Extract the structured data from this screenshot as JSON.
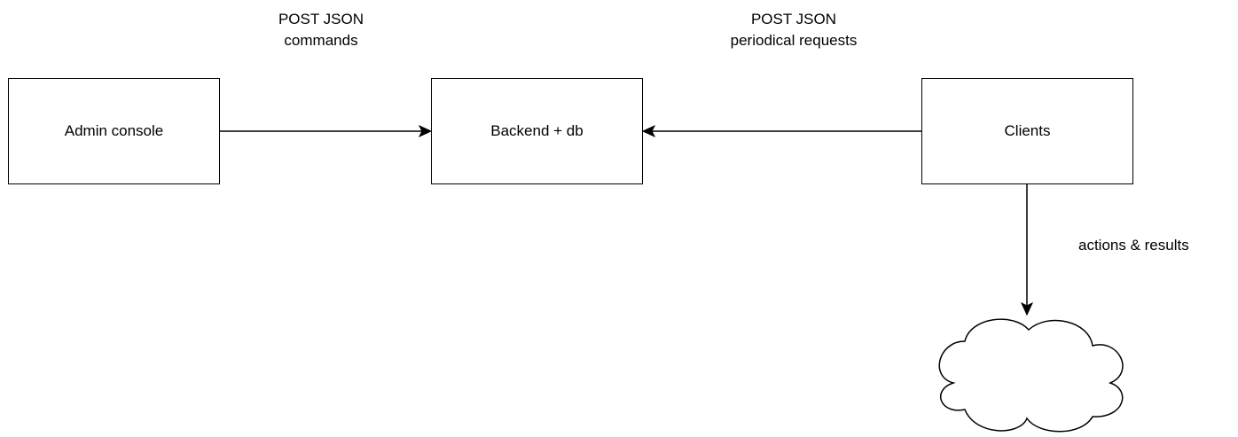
{
  "nodes": {
    "admin": {
      "label": "Admin console"
    },
    "backend": {
      "label": "Backend + db"
    },
    "clients": {
      "label": "Clients"
    },
    "cloud": {
      "label": ""
    }
  },
  "edges": {
    "admin_to_backend": {
      "line1": "POST JSON",
      "line2": "commands"
    },
    "clients_to_backend": {
      "line1": "POST JSON",
      "line2": "periodical requests"
    },
    "clients_to_cloud": {
      "label": "actions & results"
    }
  },
  "colors": {
    "stroke": "#000000",
    "fill": "#ffffff",
    "background": "#ffffff"
  }
}
